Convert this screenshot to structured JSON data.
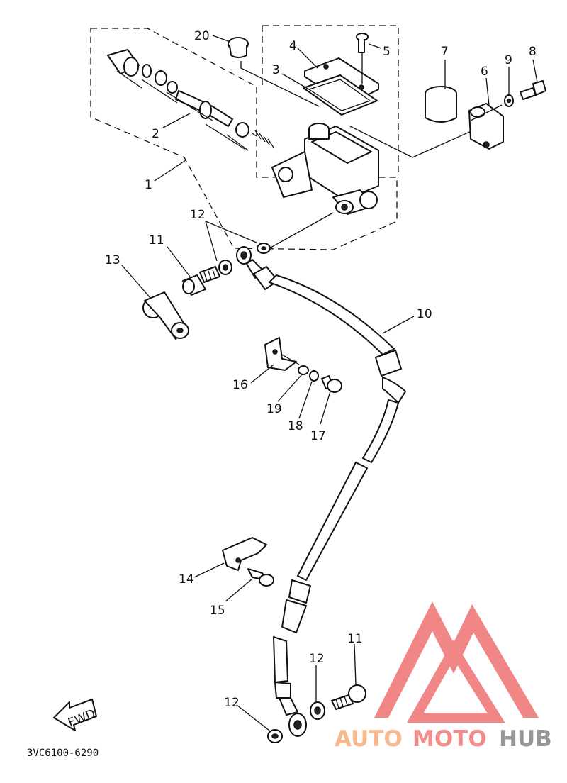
{
  "callouts": {
    "c1": "1",
    "c2": "2",
    "c3": "3",
    "c4": "4",
    "c5": "5",
    "c6": "6",
    "c7": "7",
    "c8": "8",
    "c9": "9",
    "c10": "10",
    "c11a": "11",
    "c11b": "11",
    "c12a": "12",
    "c12b": "12",
    "c12c": "12",
    "c13": "13",
    "c14": "14",
    "c15": "15",
    "c16": "16",
    "c17": "17",
    "c18": "18",
    "c19": "19",
    "c20": "20"
  },
  "fwd_arrow": "FWD",
  "diagram_code": "3VC6100-6290",
  "watermark": {
    "part1": "AUTO",
    "part2": "MOTO",
    "part3": "HUB",
    "colors": {
      "auto": "#f4b183",
      "moto": "#f08080",
      "hub": "#8c8c8c",
      "triangle": "#f07a7a"
    }
  }
}
